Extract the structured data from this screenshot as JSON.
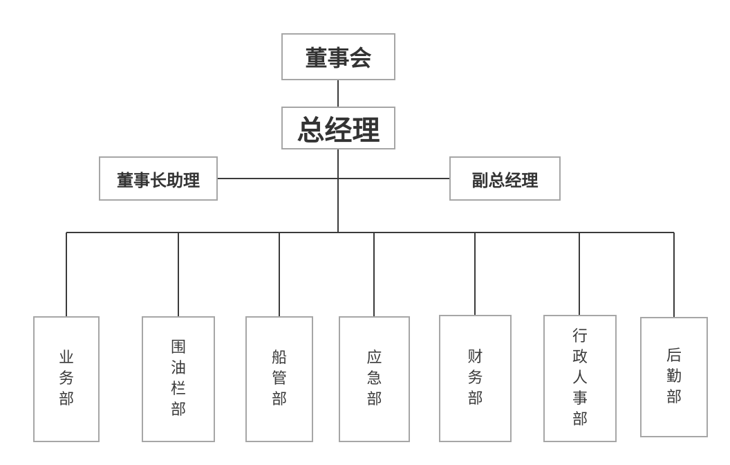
{
  "board": {
    "label": "董事会"
  },
  "ceo": {
    "label": "总经理"
  },
  "chairman_assistant": {
    "label": "董事长助理"
  },
  "deputy_gm": {
    "label": "副总经理"
  },
  "departments": [
    {
      "label": "业务部"
    },
    {
      "label": "围油栏部"
    },
    {
      "label": "船管部"
    },
    {
      "label": "应急部"
    },
    {
      "label": "财务部"
    },
    {
      "label": "行政人事部"
    },
    {
      "label": "后勤部"
    }
  ],
  "colors": {
    "box_border": "#a6a6a6",
    "connector": "#3a3a3a",
    "text": "#333333"
  }
}
